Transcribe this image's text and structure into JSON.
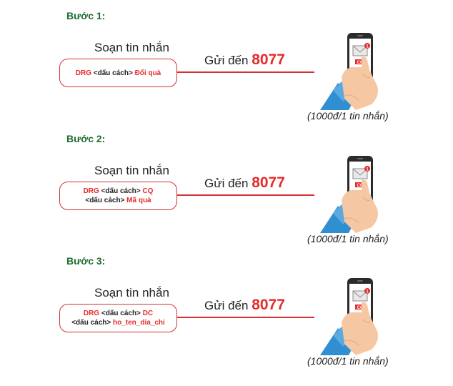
{
  "steps": [
    {
      "title": "Bước 1:",
      "compose_label": "Soạn tin nhắn",
      "sms_lines": [
        [
          {
            "text": "DRG",
            "color": "red"
          },
          {
            "text": " <dấu cách> ",
            "color": "dark"
          },
          {
            "text": "Đổi quà",
            "color": "red"
          }
        ]
      ],
      "send_prefix": "Gửi đến",
      "send_number": "8077",
      "phone_icon": "phone-sms-hand-icon",
      "phone_badge": "CQ",
      "price_note": "(1000đ/1 tin nhắn)"
    },
    {
      "title": "Bước 2:",
      "compose_label": "Soạn tin nhắn",
      "sms_lines": [
        [
          {
            "text": "DRG",
            "color": "red"
          },
          {
            "text": " <dấu cách> ",
            "color": "dark"
          },
          {
            "text": "CQ",
            "color": "red"
          }
        ],
        [
          {
            "text": "<dấu cách> ",
            "color": "dark"
          },
          {
            "text": "Mã quà",
            "color": "red"
          }
        ]
      ],
      "send_prefix": "Gửi đến",
      "send_number": "8077",
      "phone_icon": "phone-sms-hand-icon",
      "phone_badge": "CQ",
      "price_note": "(1000đ/1 tin nhắn)"
    },
    {
      "title": "Bước 3:",
      "compose_label": "Soạn tin nhắn",
      "sms_lines": [
        [
          {
            "text": "DRG",
            "color": "red"
          },
          {
            "text": " <dấu cách> ",
            "color": "dark"
          },
          {
            "text": "DC",
            "color": "red"
          }
        ],
        [
          {
            "text": "<dấu cách> ",
            "color": "dark"
          },
          {
            "text": "ho_ten_dia_chi",
            "color": "red"
          }
        ]
      ],
      "send_prefix": "Gửi đến",
      "send_number": "8077",
      "phone_icon": "phone-sms-hand-icon",
      "phone_badge": "CQ",
      "price_note": "(1000đ/1 tin nhắn)"
    }
  ],
  "colors": {
    "step_title": "#1e6b2e",
    "accent_red": "#e52b2b",
    "hand_blue": "#2f8fd1",
    "phone_dark": "#2b2b2b"
  }
}
